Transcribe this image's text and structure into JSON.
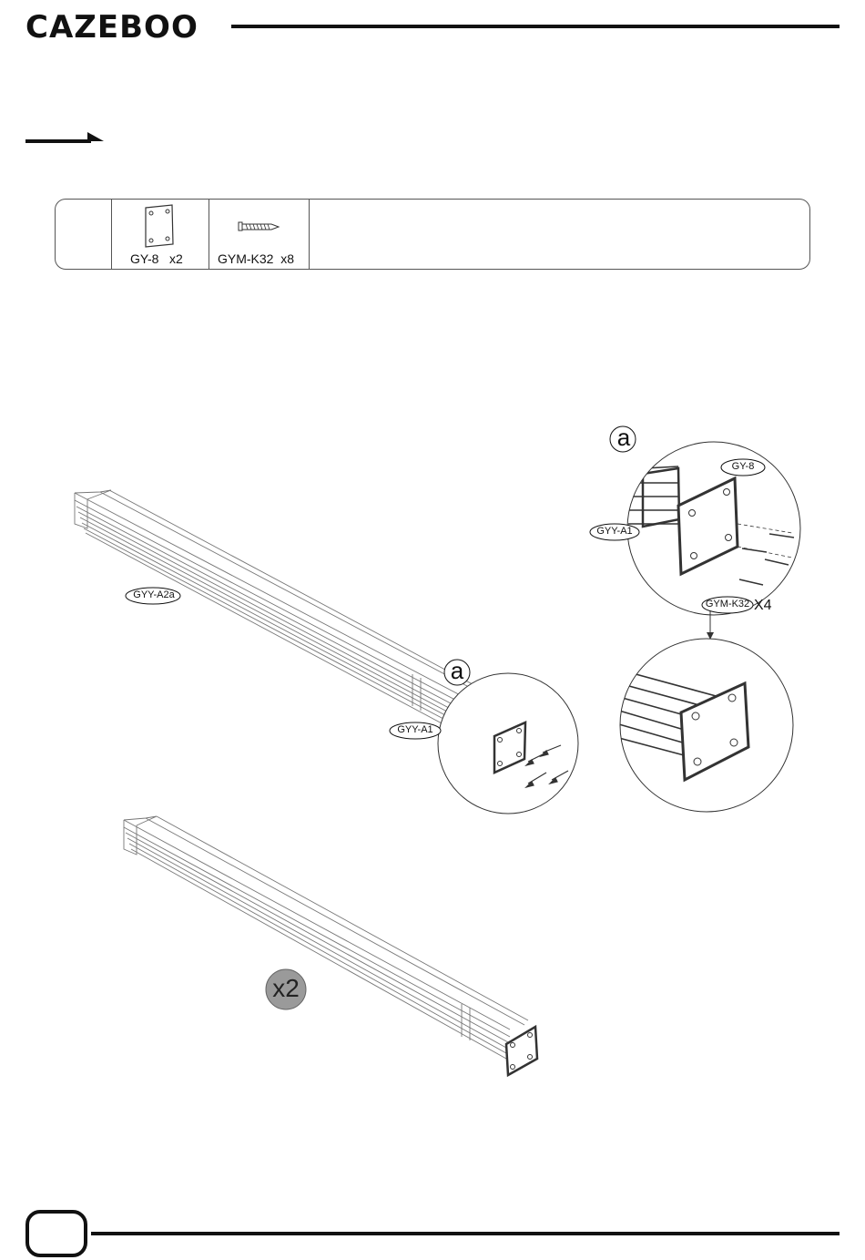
{
  "header": {
    "brand": "CAZEBOO"
  },
  "parts": [
    {
      "code": "GY-8",
      "qty": "x2",
      "label": "GY-8   x2",
      "icon": "mounting-plate-icon"
    },
    {
      "code": "GYM-K32",
      "qty": "x8",
      "label": "GYM-K32  x8",
      "icon": "screw-icon"
    }
  ],
  "callouts": {
    "detail_marker": "a",
    "rail_top": "GYY-A2a",
    "post_small": "GYY-A1",
    "plate_zoom": "GY-8",
    "post_zoom": "GYY-A1",
    "screw_zoom": "GYM-K32",
    "screw_count": "X4",
    "quantity_badge": "x2"
  },
  "footer": {
    "page_number": ""
  }
}
